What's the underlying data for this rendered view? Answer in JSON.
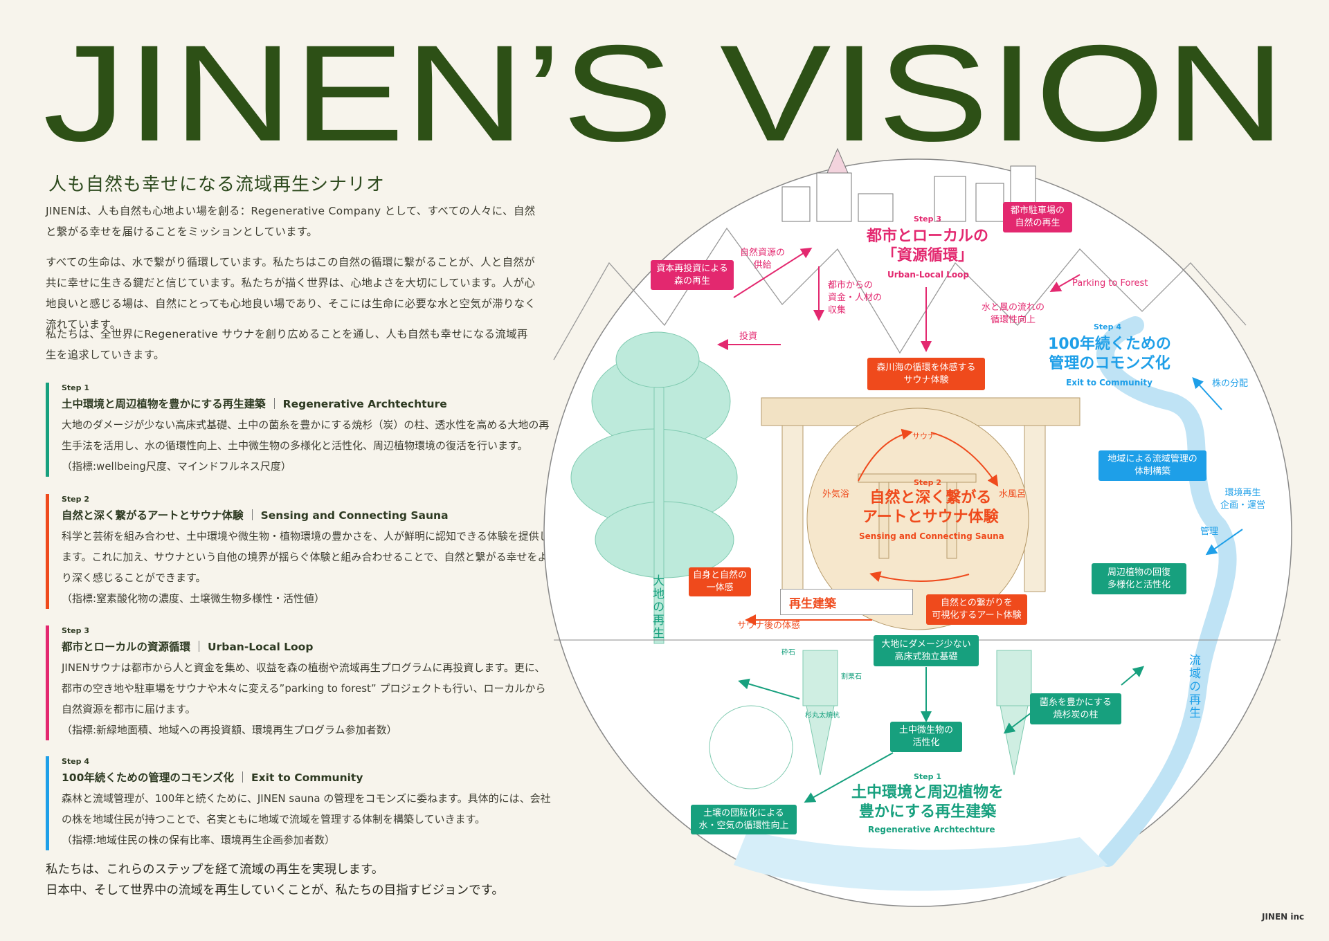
{
  "title": "JINEN’S VISION",
  "subtitle": "人も自然も幸せになる流域再生シナリオ",
  "intro": [
    "JINENは、人も自然も心地よい場を創る：Regenerative Company として、すべての人々に、自然と繋がる幸せを届けることをミッションとしています。",
    "すべての生命は、水で繋がり循環しています。私たちはこの自然の循環に繋がることが、人と自然が共に幸せに生きる鍵だと信じています。私たちが描く世界は、心地よさを大切にしています。人が心地良いと感じる場は、自然にとっても心地良い場であり、そこには生命に必要な水と空気が滞りなく流れています。",
    "私たちは、全世界にRegenerative サウナを創り広めることを通し、人も自然も幸せになる流域再生を追求していきます。"
  ],
  "steps": [
    {
      "label": "Step 1",
      "title_ja": "土中環境と周辺植物を豊かにする再生建築",
      "title_en": "Regenerative Archtechture",
      "color": "#17a07e",
      "body": "大地のダメージが少ない高床式基礎、土中の菌糸を豊かにする焼杉（炭）の柱、透水性を高める大地の再生手法を活用し、水の循環性向上、土中微生物の多様化と活性化、周辺植物環境の復活を行います。",
      "metric": "（指標:wellbeing尺度、マインドフルネス尺度）"
    },
    {
      "label": "Step 2",
      "title_ja": "自然と深く繋がるアートとサウナ体験",
      "title_en": "Sensing and Connecting Sauna",
      "color": "#ef4a1c",
      "body": "科学と芸術を組み合わせ、土中環境や微生物・植物環境の豊かさを、人が鮮明に認知できる体験を提供します。これに加え、サウナという自他の境界が揺らぐ体験と組み合わせることで、自然と繋がる幸せをより深く感じることができます。",
      "metric": "（指標:窒素酸化物の濃度、土壌微生物多様性・活性値）"
    },
    {
      "label": "Step 3",
      "title_ja": "都市とローカルの資源循環",
      "title_en": "Urban-Local Loop",
      "color": "#e3286f",
      "body": "JINENサウナは都市から人と資金を集め、収益を森の植樹や流域再生プログラムに再投資します。更に、都市の空き地や駐車場をサウナや木々に変える”parking to forest” プロジェクトも行い、ローカルから自然資源を都市に届けます。",
      "metric": "（指標:新緑地面積、地域への再投資額、環境再生プログラム参加者数）"
    },
    {
      "label": "Step 4",
      "title_ja": "100年続くための管理のコモンズ化",
      "title_en": "Exit to Community",
      "color": "#1e9fe8",
      "body": "森林と流域管理が、100年と続くために、JINEN sauna の管理をコモンズに委ねます。具体的には、会社の株を地域住民が持つことで、名実ともに地域で流域を管理する体制を構築していきます。",
      "metric": "（指標:地域住民の株の保有比率、環境再生企画参加者数）"
    }
  ],
  "closing": [
    "私たちは、これらのステップを経て流域の再生を実現します。",
    "日本中、そして世界中の流域を再生していくことが、私たちの目指すビジョンです。"
  ],
  "footer": "JINEN inc",
  "diagram": {
    "step3": {
      "label": "Step 3",
      "title": "都市とローカルの\n「資源循環」",
      "en": "Urban-Local Loop"
    },
    "step3_items": {
      "forest_regen": "資本再投資による\n森の再生",
      "supply": "自然資源の\n供給",
      "collect": "都市からの\n資金・人材の\n収集",
      "invest": "投資",
      "parking_box": "都市駐車場の\n自然の再生",
      "parking": "Parking to Forest",
      "flow": "水と風の流れの\n循環性向上"
    },
    "sauna_box": "森川海の循環を体感する\nサウナ体験",
    "step4": {
      "label": "Step 4",
      "title": "100年続くための\n管理のコモンズ化",
      "en": "Exit to Community"
    },
    "step4_items": {
      "shares": "株の分配",
      "system_box": "地域による流域管理の\n体制構築",
      "planning": "環境再生\n企画・運営",
      "manage": "管理",
      "river": "流域の再生"
    },
    "step2": {
      "label": "Step 2",
      "title": "自然と深く繋がる\nアートとサウナ体験",
      "en": "Sensing and Connecting Sauna"
    },
    "step2_items": {
      "sauna": "サウナ",
      "outdoor": "外気浴",
      "cold": "水風呂",
      "unity_box": "自身と自然の\n一体感",
      "regen_arch": "再生建築",
      "after": "サウナ後の体感",
      "art_box": "自然との繋がりを\n可視化するアート体験"
    },
    "step1": {
      "label": "Step 1",
      "title": "土中環境と周辺植物を\n豊かにする再生建築",
      "en": "Regenerative Archtechture"
    },
    "step1_items": {
      "plants_box": "周辺植物の回復\n多様化と活性化",
      "foundation_box": "大地にダメージ少ない\n高床式独立基礎",
      "gravel": "砕石",
      "rubble": "割栗石",
      "pile": "杉丸太焼杭",
      "microbe_box": "土中微生物の\n活性化",
      "mycel_box": "菌糸を豊かにする\n焼杉炭の柱",
      "soil_box": "土壌の団粒化による\n水・空気の循環性向上",
      "earth": "大地の再生"
    }
  },
  "colors": {
    "title": "#2d5016",
    "background": "#f7f4ec",
    "step1": "#17a07e",
    "step2": "#ef4a1c",
    "step3": "#e3286f",
    "step4": "#1e9fe8"
  }
}
